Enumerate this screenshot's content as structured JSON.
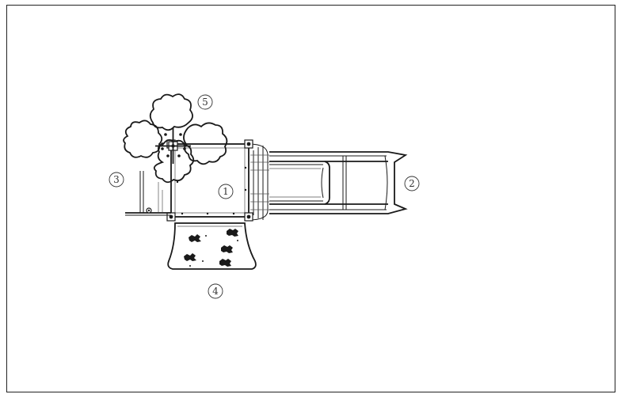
{
  "drawing": {
    "view": "top-view",
    "line_color": "#1a1a1a",
    "background": "#ffffff",
    "callouts": [
      {
        "id": "deck",
        "label": "1"
      },
      {
        "id": "slide",
        "label": "2"
      },
      {
        "id": "pole",
        "label": "3"
      },
      {
        "id": "climber",
        "label": "4"
      },
      {
        "id": "flower-roof",
        "label": "5"
      }
    ]
  }
}
